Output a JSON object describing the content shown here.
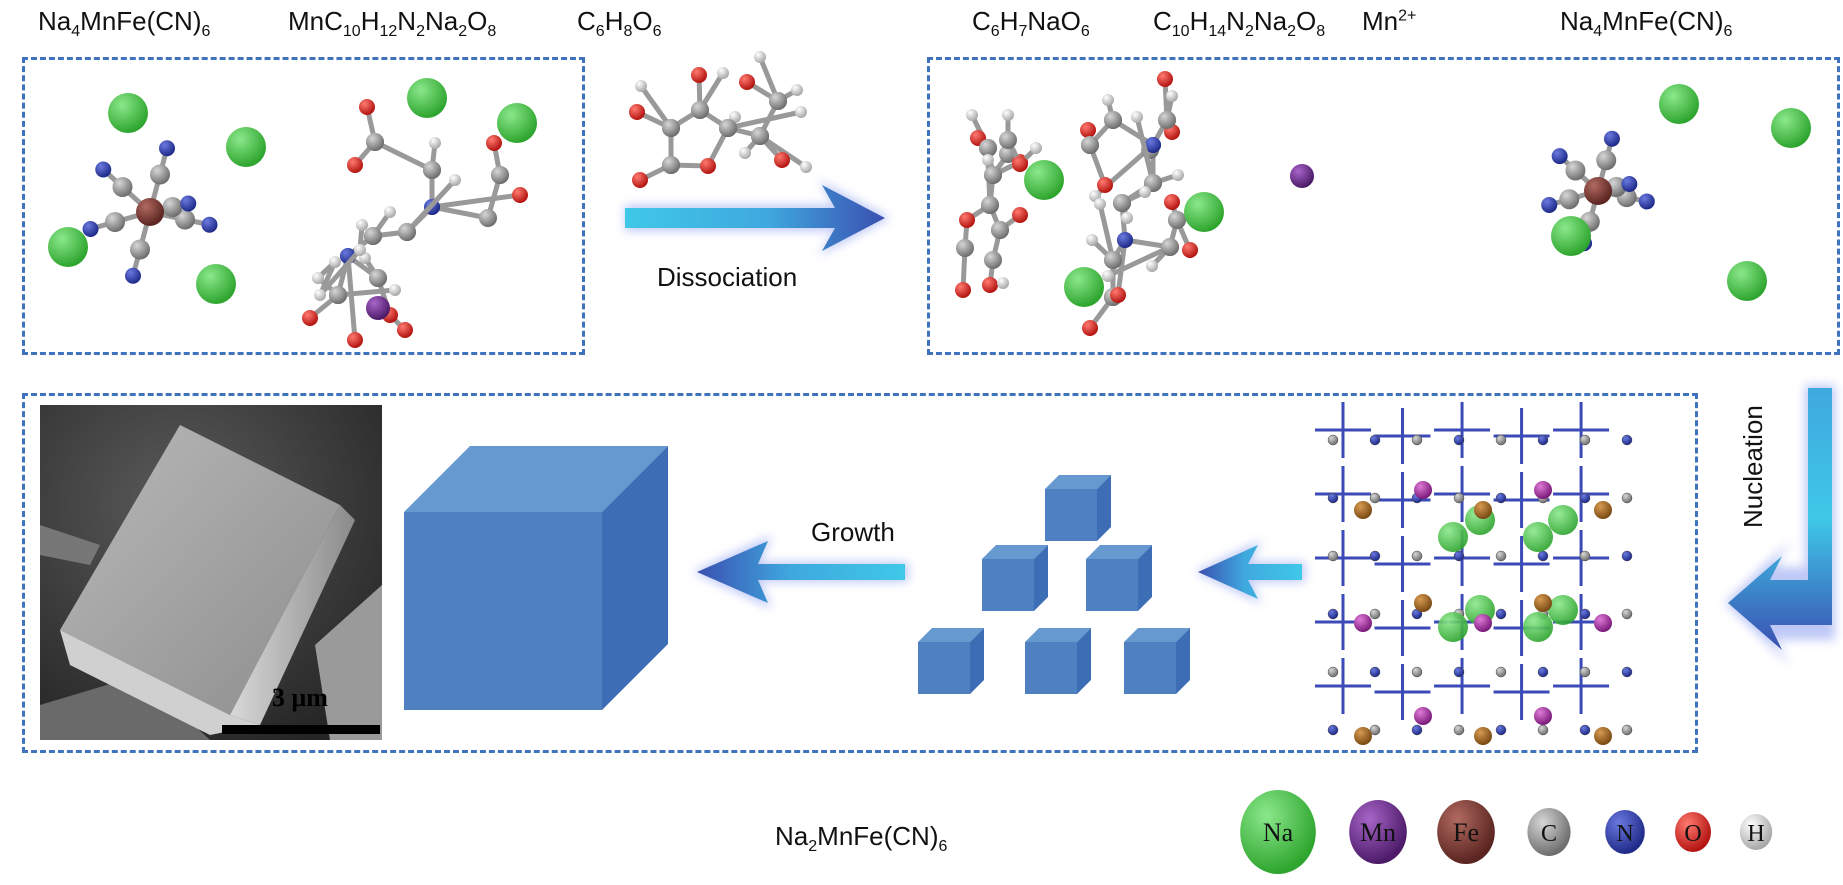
{
  "title": "Synthesis mechanism of Na2MnFe(CN)6 via chelating-agent-assisted coprecipitation",
  "top_labels": [
    {
      "name": "na4mnfe-cn6-left",
      "parts": [
        [
          "Na",
          ""
        ],
        [
          "4",
          "sub"
        ],
        [
          "MnFe(CN)",
          ""
        ],
        [
          "6",
          "sub"
        ]
      ]
    },
    {
      "name": "mn-edta-complex",
      "parts": [
        [
          "MnC",
          ""
        ],
        [
          "10",
          "sub"
        ],
        [
          "H",
          ""
        ],
        [
          "12",
          "sub"
        ],
        [
          "N",
          ""
        ],
        [
          "2",
          "sub"
        ],
        [
          "Na",
          ""
        ],
        [
          "2",
          "sub"
        ],
        [
          "O",
          ""
        ],
        [
          "8",
          "sub"
        ]
      ]
    },
    {
      "name": "ascorbic-acid",
      "parts": [
        [
          "C",
          ""
        ],
        [
          "6",
          "sub"
        ],
        [
          "H",
          ""
        ],
        [
          "8",
          "sub"
        ],
        [
          "O",
          ""
        ],
        [
          "6",
          "sub"
        ]
      ]
    },
    {
      "name": "sodium-ascorbate",
      "parts": [
        [
          "C",
          ""
        ],
        [
          "6",
          "sub"
        ],
        [
          "H",
          ""
        ],
        [
          "7",
          "sub"
        ],
        [
          "NaO",
          ""
        ],
        [
          "6",
          "sub"
        ]
      ]
    },
    {
      "name": "na2-edta",
      "parts": [
        [
          "C",
          ""
        ],
        [
          "10",
          "sub"
        ],
        [
          "H",
          ""
        ],
        [
          "14",
          "sub"
        ],
        [
          "N",
          ""
        ],
        [
          "2",
          "sub"
        ],
        [
          "Na",
          ""
        ],
        [
          "2",
          "sub"
        ],
        [
          "O",
          ""
        ],
        [
          "8",
          "sub"
        ]
      ]
    },
    {
      "name": "mn-ion",
      "parts": [
        [
          "Mn",
          ""
        ],
        [
          "2+",
          "sup"
        ]
      ]
    },
    {
      "name": "na4mnfe-cn6-right",
      "parts": [
        [
          "Na",
          ""
        ],
        [
          "4",
          "sub"
        ],
        [
          "MnFe(CN)",
          ""
        ],
        [
          "6",
          "sub"
        ]
      ]
    }
  ],
  "arrows": {
    "dissociation": "Dissociation",
    "nucleation": "Nucleation",
    "growth": "Growth"
  },
  "product_label": {
    "parts": [
      [
        "Na",
        ""
      ],
      [
        "2",
        "sub"
      ],
      [
        "MnFe(CN)",
        ""
      ],
      [
        "6",
        "sub"
      ]
    ]
  },
  "sem_image": {
    "scale_bar": "3 μm"
  },
  "legend": [
    {
      "symbol": "Na",
      "color": "#3cb83c"
    },
    {
      "symbol": "Mn",
      "color": "#6a2a8a"
    },
    {
      "symbol": "Fe",
      "color": "#7a3a34"
    },
    {
      "symbol": "C",
      "color": "#8c8c8c"
    },
    {
      "symbol": "N",
      "color": "#2e3fa8"
    },
    {
      "symbol": "O",
      "color": "#d8201c"
    },
    {
      "symbol": "H",
      "color": "#d8d8d8"
    }
  ],
  "colors": {
    "box_border": "#3f73bd",
    "cube_front": "#4f80c2",
    "cube_top": "#6699d0",
    "cube_side": "#3c6db5",
    "arrow_light": "#3fc8e8",
    "arrow_dark": "#3a4fb0"
  }
}
